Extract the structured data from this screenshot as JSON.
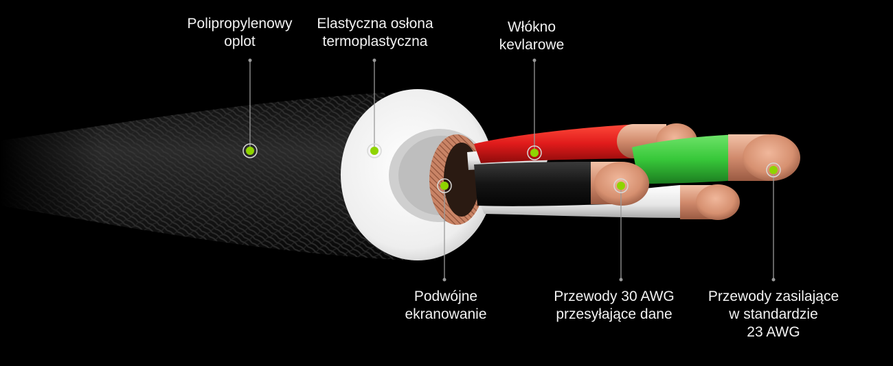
{
  "colors": {
    "background": "#000000",
    "marker": "#8fd400",
    "leader_line": "#9a9a9a",
    "label_text": "#f2f2f2",
    "braid": "#1c1c1c",
    "jacket": "#f1f1f1",
    "copper": "#d9967a",
    "red": "#e01b1b",
    "green": "#38c83a",
    "black": "#111111",
    "white": "#e9e9e9"
  },
  "callouts": {
    "braid": {
      "lines": [
        "Polipropylenowy",
        "oplot"
      ]
    },
    "jacket": {
      "lines": [
        "Elastyczna osłona",
        "termoplastyczna"
      ]
    },
    "kevlar": {
      "lines": [
        "Włókno",
        "kevlarowe"
      ]
    },
    "shield": {
      "lines": [
        "Podwójne",
        "ekranowanie"
      ]
    },
    "data_wires": {
      "lines": [
        "Przewody 30 AWG",
        "przesyłające dane"
      ]
    },
    "power_wires": {
      "lines": [
        "Przewody zasilające",
        "w standardzie",
        "23 AWG"
      ]
    }
  }
}
